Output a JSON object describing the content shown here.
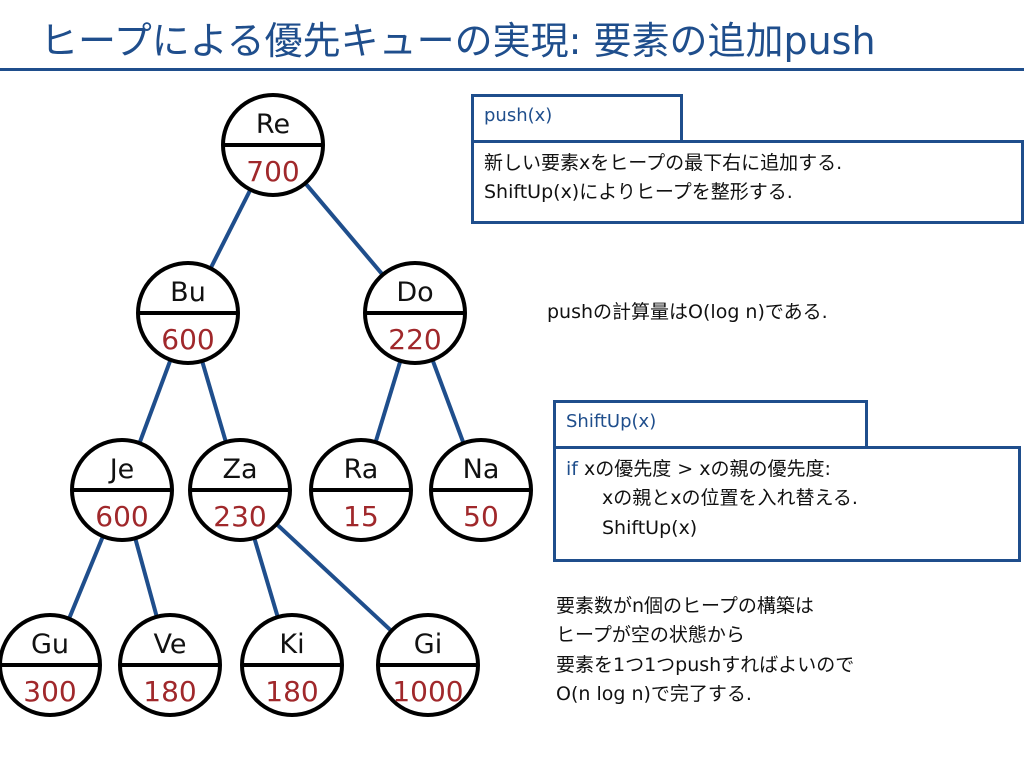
{
  "title": "ヒープによる優先キューの実現: 要素の追加push",
  "tree": {
    "nodes": [
      {
        "name": "Re",
        "value": "700"
      },
      {
        "name": "Bu",
        "value": "600"
      },
      {
        "name": "Do",
        "value": "220"
      },
      {
        "name": "Je",
        "value": "600"
      },
      {
        "name": "Za",
        "value": "230"
      },
      {
        "name": "Ra",
        "value": "15"
      },
      {
        "name": "Na",
        "value": "50"
      },
      {
        "name": "Gu",
        "value": "300"
      },
      {
        "name": "Ve",
        "value": "180"
      },
      {
        "name": "Ki",
        "value": "180"
      },
      {
        "name": "Gi",
        "value": "1000"
      }
    ],
    "edges": [
      [
        "Re",
        "Bu"
      ],
      [
        "Re",
        "Do"
      ],
      [
        "Bu",
        "Je"
      ],
      [
        "Bu",
        "Za"
      ],
      [
        "Do",
        "Ra"
      ],
      [
        "Do",
        "Na"
      ],
      [
        "Je",
        "Gu"
      ],
      [
        "Je",
        "Ve"
      ],
      [
        "Za",
        "Ki"
      ],
      [
        "Za",
        "Gi"
      ]
    ]
  },
  "push_box": {
    "tab": "push(x)",
    "lines": [
      "新しい要素xをヒープの最下右に追加する.",
      "ShiftUp(x)によりヒープを整形する."
    ]
  },
  "complexity_note": "pushの計算量はO(log n)である.",
  "shiftup_box": {
    "tab": "ShiftUp(x)",
    "keyword": "if",
    "condition": " xの優先度 > xの親の優先度:",
    "body": [
      "xの親とxの位置を入れ替える.",
      "ShiftUp(x)"
    ]
  },
  "build_note": [
    "要素数がn個のヒープの構築は",
    "ヒープが空の状態から",
    "要素を1つ1つpushすればよいので",
    "O(n log n)で完了する."
  ],
  "colors": {
    "accent": "#1f4e8c",
    "value": "#a0282b"
  }
}
